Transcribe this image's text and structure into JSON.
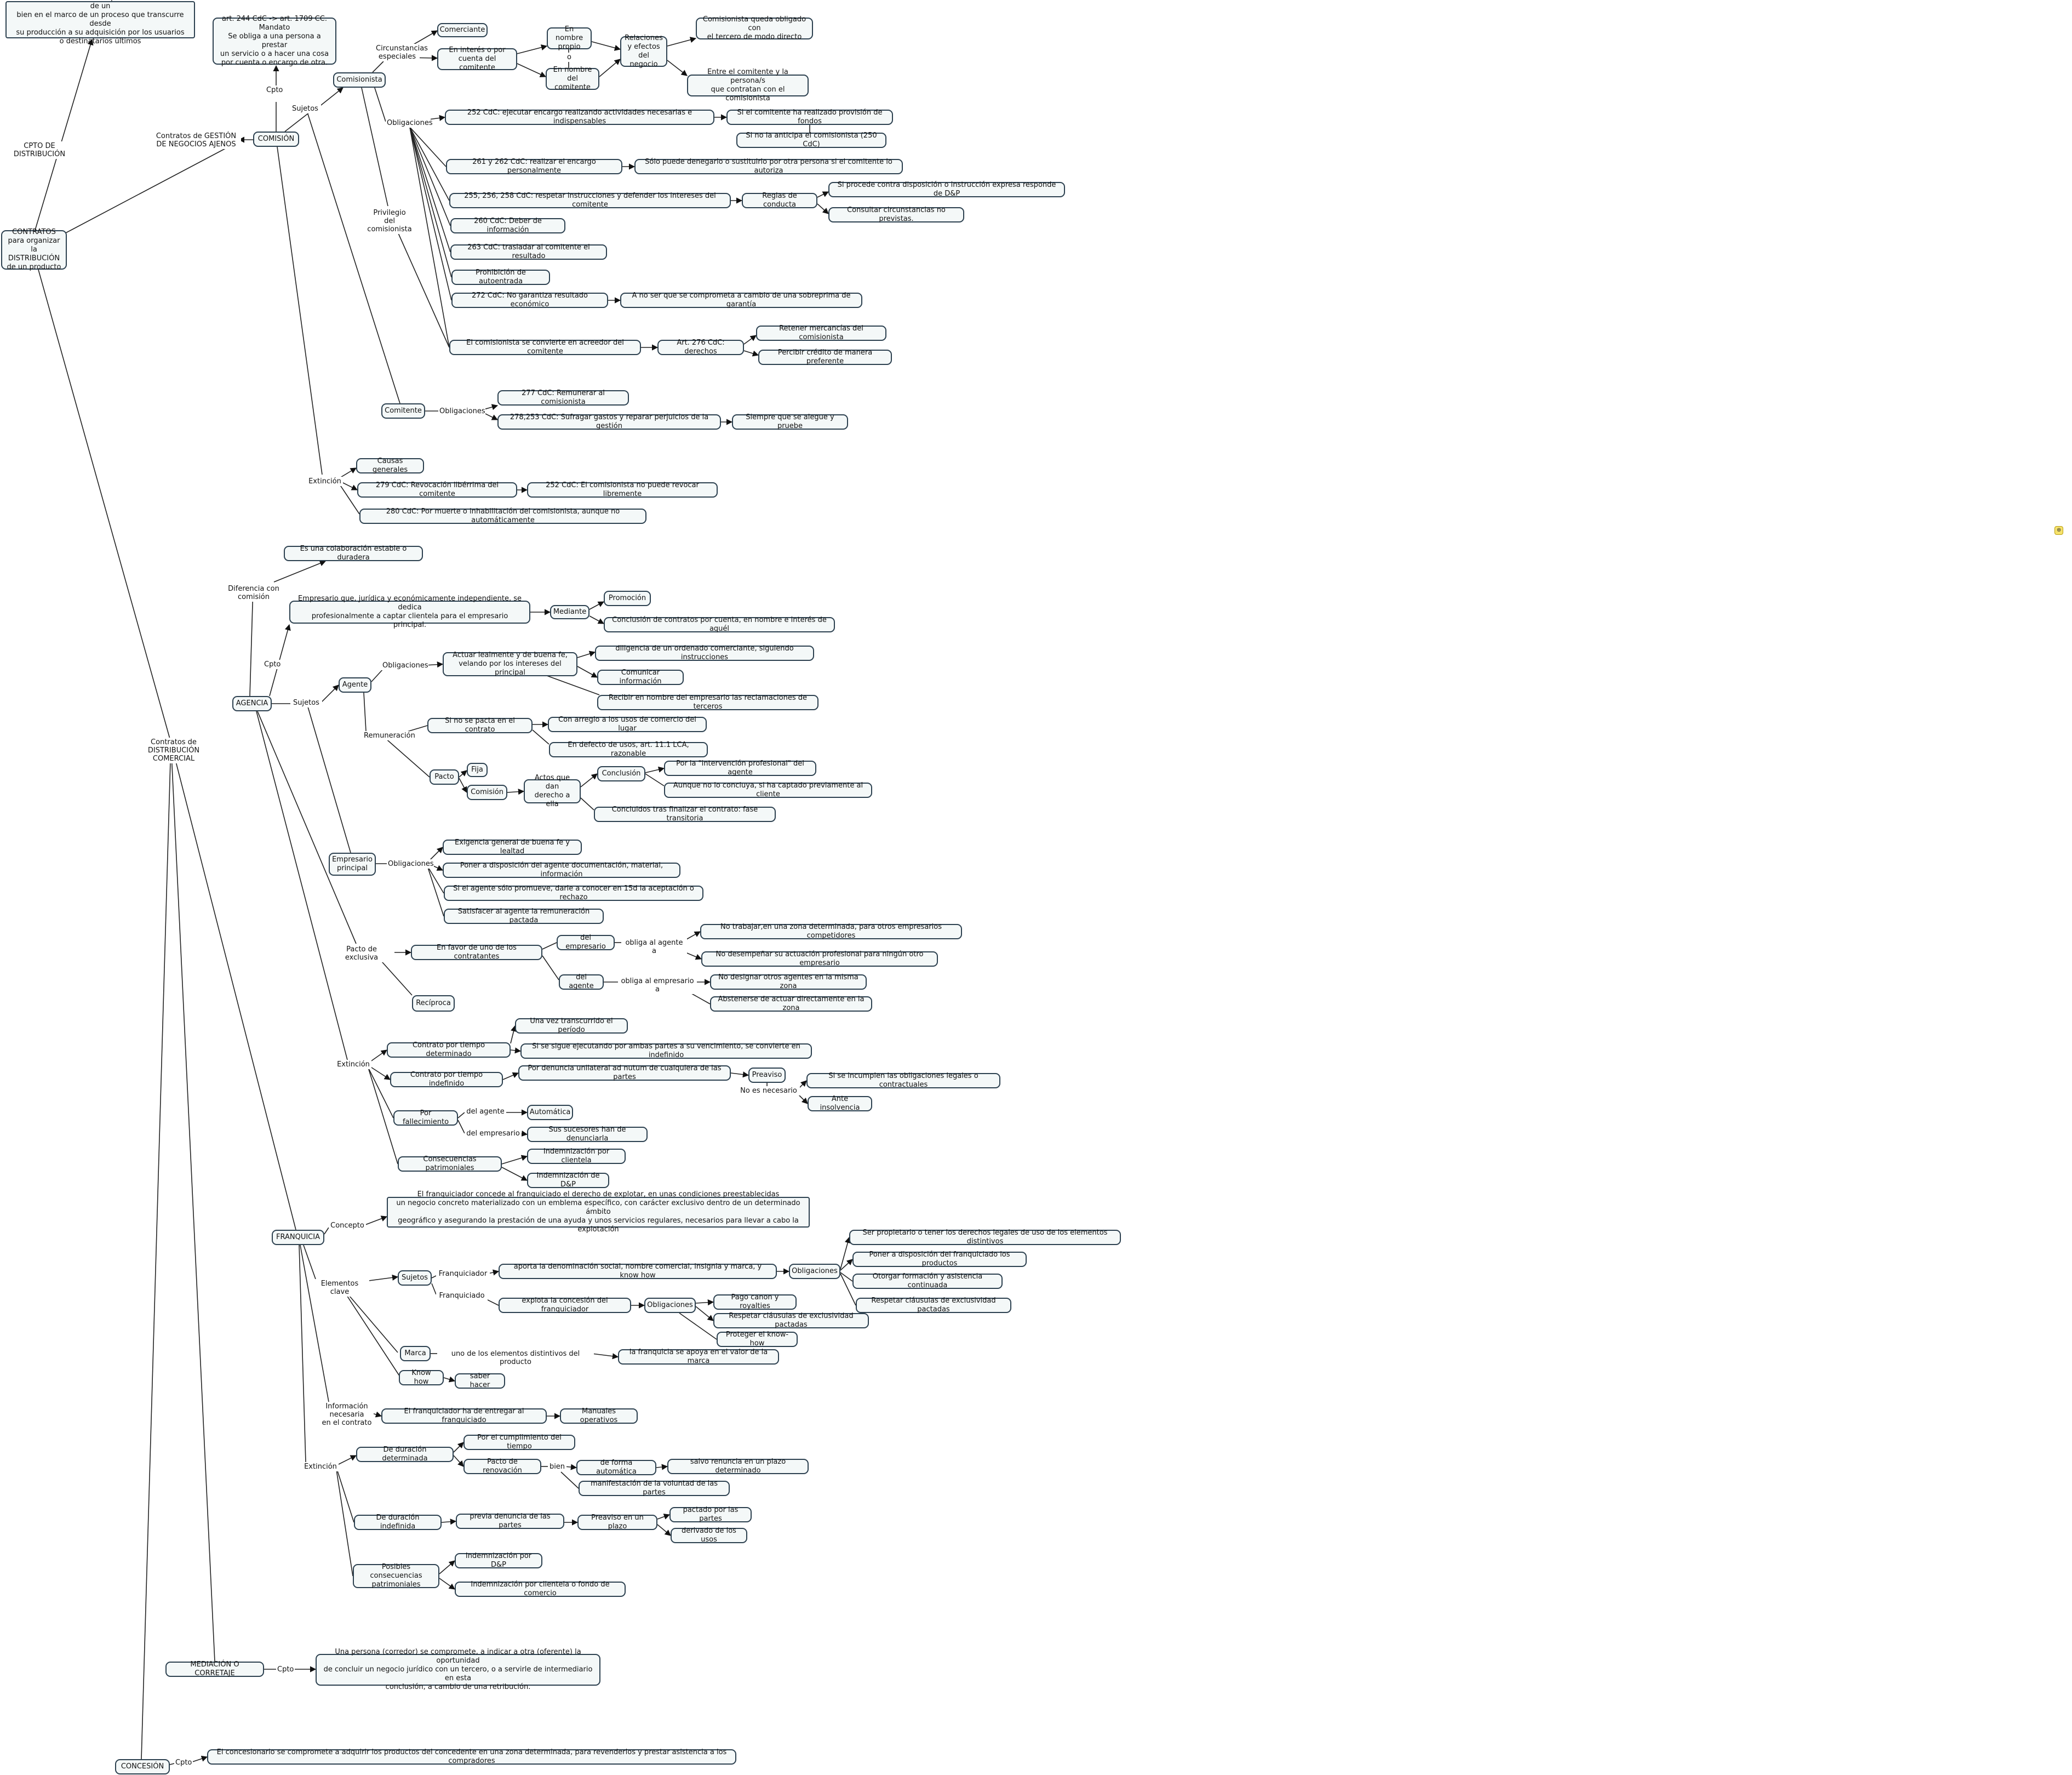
{
  "corner_badge": "⊕",
  "nodes": {
    "cpto_box": "Actividades tendentes a la puesta en circulación de un\nbien en el marco de un proceso que transcurre desde\nsu producción a su adquisición por los usuarios\no destinatarios últimos",
    "root": "CONTRATOS\npara organizar\nla DISTRIBUCIÓN\nde un producto",
    "mandato": "art. 244 CdC -> art. 1709 CC.\nMandato\nSe obliga a una persona a prestar\nun servicio o a hacer una cosa\npor cuenta o encargo de otra.",
    "comision": "COMISIÓN",
    "comisionista": "Comisionista",
    "comerciante": "Comerciante",
    "interes": "En interés o por\ncuenta del comitente",
    "nombre_propio": "En nombre\npropio",
    "nombre_comitente": "En nombre\ndel comitente",
    "relaciones": "Relaciones\ny efectos\ndel negocio",
    "queda_obligado": "Comisionista queda obligado con\nel tercero de modo directo",
    "entre_comitente": "Entre el comitente y la persona/s\nque contratan con el comisionista",
    "c252": "252 CdC: ejecutar encargo realizando actividades necesarias e indispensables",
    "si_comitente": "Si el comitente ha realizado provisión de fondos",
    "si_no_anticipa": "Si no la anticipa el comisionista (250 CdC)",
    "c261": "261 y 262 CdC: realizar el encargo personalmente",
    "solo_puede": "Sólo puede denegarlo o sustituirlo por otra persona si el comitente lo autoriza",
    "c255": "255, 256, 258 CdC: respetar instrucciones y defender los intereses del comitente",
    "reglas": "Reglas de conducta",
    "si_procede": "Si procede contra disposición o instrucción expresa responde de D&P",
    "consultar": "Consultar circunstancias no previstas.",
    "c260": "260 CdC: Deber de información",
    "c263": "263 CdC: trasladar al comitente el resultado",
    "prohibicion": "Prohibición de autoentrada",
    "c272": "272 CdC: No garantiza resultado económico",
    "a_no_ser": "A no ser que se comprometa a cambio de una sobreprima de garantía",
    "acreedor": "El comisionista se convierte en acreedor del comitente",
    "c276": "Art. 276 CdC: derechos",
    "retener": "Retener mercancías del comisionista",
    "percibir": "Percibir crédito de manera preferente",
    "comitente": "Comitente",
    "c277": "277 CdC: Remunerar al comisionista",
    "c278": "278,253 CdC: Sufragar gastos y reparar perjuicios de la gestión",
    "siempre": "Siempre que se alegue y pruebe",
    "causas": "Causas generales",
    "c279": "279 CdC: Revocación libérrima del comitente",
    "c252b": "252 CdC: El comisionista no puede revocar libremente",
    "c280": "280 CdC: Por muerte o inhabilitación del comisionista, aunque no automáticamente",
    "colaboracion": "Es una colaboración estable o duradera",
    "empresario_def": "Empresario que, jurídica y económicamente independiente, se dedica\nprofesionalmente a captar clientela para el empresario principal.",
    "mediante": "Mediante",
    "promocion": "Promoción",
    "conclusion_contratos": "Conclusión de contratos por cuenta, en nombre e interés de aquél",
    "agencia": "AGENCIA",
    "agente": "Agente",
    "actuar": "Actuar lealmente y de buena fe,\nvelando por los intereses del principal",
    "diligencia": "diligencia de un ordenado comerciante, siguiendo instrucciones",
    "comunicar": "Comunicar información",
    "recibir": "Recibir en nombre del empresario las reclamaciones de terceros",
    "si_no_pacta": "Si no se pacta en el contrato",
    "con_arreglo": "Con arreglo a los usos de comercio del lugar",
    "en_defecto": "En defecto de usos, art. 11.1 LCA, razonable",
    "pacto": "Pacto",
    "fija": "Fija",
    "comision_ag": "Comisión",
    "actos": "Actos que dan\nderecho a ella",
    "conclusion_ag": "Conclusión",
    "por_la": "Por la \"intervención profesional\" del agente",
    "aunque_no": "Aunque no lo concluya, si ha captado previamente al cliente",
    "concluidos": "Concluidos tras finalizar el contrato: fase transitoria",
    "empresario_principal": "Empresario\nprincipal",
    "exigencia": "Exigencia general de buena fe y lealtad",
    "poner_disp": "Poner a disposición del agente documentación, material, información",
    "si_agente_solo": "Si el agente sólo promueve, darle a conocer en 15d la aceptación o rechazo",
    "satisfacer": "Satisfacer al agente la remuneración pactada",
    "en_favor": "En favor de uno de los contratantes",
    "del_empresario": "del empresario",
    "no_trabajar": "No trabajar,en una zona determinada, para otros empresarios competidores",
    "no_desempenar": "No desempeñar su actuación profesional para ningún otro empresario",
    "del_agente": "del agente",
    "no_designar": "No designar otros agentes en la misma zona",
    "abstenerse": "Abstenerse de actuar directamente en la zona",
    "reciproca": "Recíproca",
    "contrato_det": "Contrato por tiempo determinado",
    "una_vez": "Una vez transcurrido el período",
    "si_se_sigue": "Si se sigue ejecutando por ambas partes a su vencimiento, se convierte en indefinido",
    "contrato_indef": "Contrato por tiempo indefinido",
    "por_denuncia": "Por denuncia unilateral ad nutum de cualquiera de las partes",
    "preaviso": "Preaviso",
    "si_se_incumplen": "Si se incumplen las obligaciones legales o contractuales",
    "ante_insolvencia": "Ante insolvencia",
    "fallecimiento": "Por fallecimiento",
    "automatica": "Automática",
    "sus_sucesores": "Sus sucesores han de denunciarla",
    "consecuencias": "Consecuencias patrimoniales",
    "indem_clientela": "Indemnización por clientela",
    "indem_dp": "Indemnización de D&P",
    "franq_def": "El franquiciador concede al franquiciado el derecho de explotar, en unas condiciones preestablecidas\nun negocio concreto materializado con un emblema específico, con carácter exclusivo dentro de un determinado ámbito\ngeográfico y asegurando la prestación de una ayuda  y unos servicios regulares, necesarios para llevar a cabo la explotación",
    "franquicia": "FRANQUICIA",
    "sujetos_f": "Sujetos",
    "aporta": "aporta la denominación social, nombre comercial, insignia y marca, y know how",
    "obligaciones_f1": "Obligaciones",
    "ser_propietario": "Ser propietario o tener los derechos legales de uso de los elementos distintivos",
    "poner_franq": "Poner a disposición del franquiciado los productos",
    "otorgar": "Otorgar formación y asistencia continuada",
    "respetar1": "Respetar cláusulas de exclusividad pactadas",
    "explota": "explota la concesión del franquiciador",
    "obligaciones_f2": "Obligaciones",
    "pago_canon": "Pago canon y royalties",
    "respetar2": "Respetar cláusulas de exclusividad pactadas",
    "proteger": "Proteger el know-how",
    "marca": "Marca",
    "la_franquicia": "la franquicia se apoya en el valor de la marca",
    "know_how": "Know how",
    "saber_hacer": "saber hacer",
    "franquiciador_ha": "El franquiciador ha de entregar al franquiciado",
    "manuales": "Manuales operativos",
    "de_duracion_det": "De duración determinada",
    "por_cumplimiento": "Por el cumplimiento del tiempo",
    "pacto_renovacion": "Pacto de renovación",
    "de_forma_auto": "de forma automática",
    "salvo_renuncia": "salvo renuncia en un plazo determinado",
    "manifestacion": "manifestación de la voluntad de las partes",
    "de_duracion_indef": "De duración indefinida",
    "previa_denuncia": "previa denuncia de las partes",
    "preaviso_plazo": "Preaviso en un plazo",
    "pactado": "pactado por las partes",
    "derivado": "derivado de los usos",
    "posibles_cons": "Posibles consecuencias\npatrimoniales",
    "indem_dp_f": "Indemnización por D&P",
    "indem_cliente_f": "Indemnización por clientela o fondo de comercio",
    "mediacion": "MEDIACIÓN O CORRETAJE",
    "mediacion_def": "Una persona (corredor) se compromete, a indicar a otra (oferente) la oportunidad\nde concluir un negocio jurídico con un tercero, o a servirle de intermediario en esta\nconclusión, a cambio de una retribución.",
    "concesion": "CONCESIÓN",
    "concesion_def": "El concesionario se compromete a adquirir los productos del concedente en una zona determinada, para revenderlos y prestar asistencia a los compradores"
  },
  "labels": {
    "cpto_distribucion": "CPTO DE\nDISTRIBUCIÓN",
    "contratos_gestion": "Contratos de GESTIÓN\nDE NEGOCIOS AJENOS",
    "cpto_comision": "Cpto",
    "sujetos_comision": "Sujetos",
    "circunstancias": "Circunstancias\nespeciales",
    "o_mark": "o",
    "obligaciones_comisionista": "Obligaciones",
    "privilegio": "Privilegio del\ncomisionista",
    "obligaciones_comitente": "Obligaciones",
    "extincion_comision": "Extinción",
    "diferencia": "Diferencia con comisión",
    "cpto_agencia": "Cpto",
    "contratos_comercial": "Contratos de\nDISTRIBUCIÓN COMERCIAL",
    "sujetos_agencia": "Sujetos",
    "obligaciones_agente": "Obligaciones",
    "remuneracion": "Remuneración",
    "obligaciones_principal": "Obligaciones",
    "pacto_exclusiva": "Pacto de exclusiva",
    "obliga_agente": "obliga al agente a",
    "obliga_empresario": "obliga al empresario a",
    "extincion_agencia": "Extinción",
    "no_es_necesario": "No es necesario",
    "del_agente_lbl": "del agente",
    "del_empresario_lbl": "del empresario",
    "concepto_franquicia": "Concepto",
    "elementos_clave": "Elementos clave",
    "franquiciador": "Franquiciador",
    "franquiciado": "Franquiciado",
    "uno_de": "uno de los elementos distintivos del producto",
    "informacion": "Información\nnecesaria\nen el contrato",
    "extincion_franquicia": "Extinción",
    "bien": "bien",
    "cpto_mediacion": "Cpto",
    "cpto_concesion": "Cpto"
  }
}
